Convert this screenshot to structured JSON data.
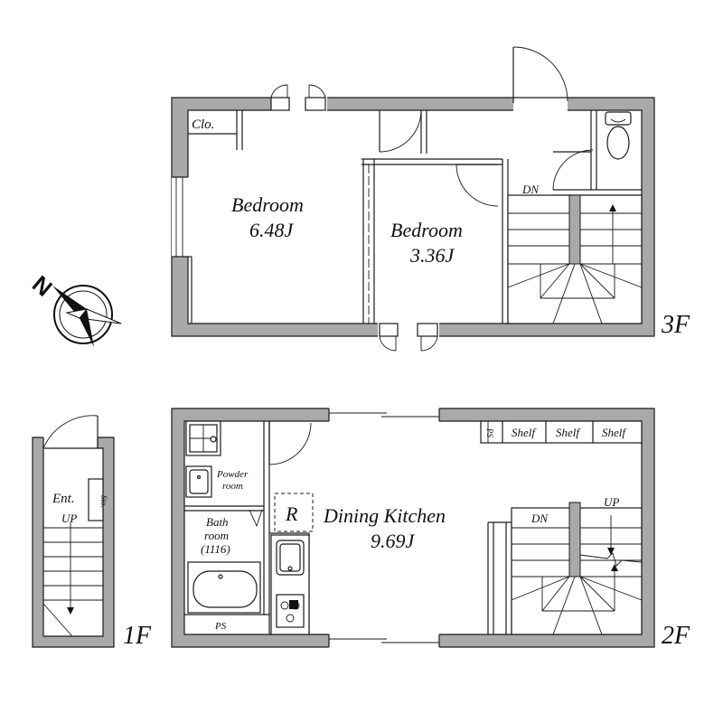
{
  "floor3": {
    "label": "3F",
    "closet": "Clo.",
    "bedroom_a": {
      "name": "Bedroom",
      "size": "6.48J"
    },
    "bedroom_b": {
      "name": "Bedroom",
      "size": "3.36J"
    },
    "stair_dn": "DN"
  },
  "floor2": {
    "label": "2F",
    "dining": {
      "name": "Dining Kitchen",
      "size": "9.69J"
    },
    "fridge": "R",
    "powder": {
      "line1": "Powder",
      "line2": "room"
    },
    "bath": {
      "line1": "Bath",
      "line2": "room",
      "line3": "(1116)"
    },
    "ps": "PS",
    "shelves": [
      "Shelf",
      "Shelf",
      "Shelf"
    ],
    "shelf_small": "PS",
    "stair_up": "UP",
    "stair_dn": "DN"
  },
  "floor1": {
    "label": "1F",
    "entrance": "Ent.",
    "storage": "Sto.",
    "stair_up": "UP"
  },
  "compass": {
    "north": "N",
    "icon": "compass-rose-icon"
  }
}
